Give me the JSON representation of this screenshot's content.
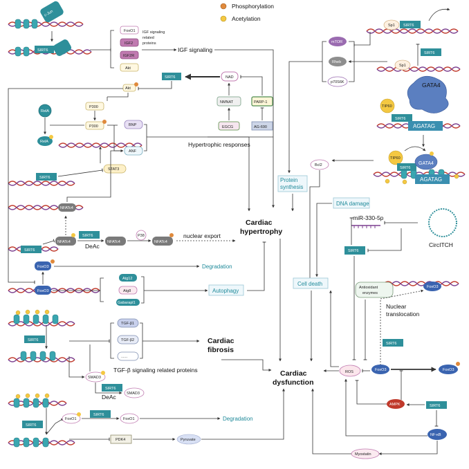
{
  "legend": {
    "phosphorylation": "Phosphorylation",
    "acetylation": "Acetylation"
  },
  "colors": {
    "sirt6": "#2e8f9a",
    "phospho": "#e08a3c",
    "acetyl": "#f4c842",
    "dna1": "#c0392b",
    "dna2": "#7b3f8f",
    "teal_text": "#1f8a9a",
    "arrow": "#333333"
  },
  "igf": {
    "foxo1": "FoxO1",
    "igf2": "IGF2",
    "igf2r": "IGF2R",
    "akt": "Akt",
    "caption1": "IGF signaling",
    "caption2": "related",
    "caption3": "proteins",
    "signaling": "IGF signaling"
  },
  "top_left": {
    "sirt6_dna": "SIRT6",
    "cjun": "c-Jun"
  },
  "nad_pathway": {
    "nad": "NAD",
    "nmnat": "NMNAT",
    "egcg": "EGCG",
    "parp1": "PARP-1",
    "ag690": "AG-690",
    "sirt6": "SIRT6",
    "akt": "Akt"
  },
  "hypertrophy_genes": {
    "p300": "P300",
    "p300p": "P300",
    "rela": "RelA",
    "relab": "RelA",
    "bnp": "BNP",
    "anf": "ANF",
    "responses": "Hypertrophic responses",
    "stat3": "STAT3",
    "sirt6_stat3": "SIRT6",
    "nfatc4_dna": "NFATc4"
  },
  "nfat": {
    "sirt6": "SIRT6",
    "nfatc4_ac": "NFATc4",
    "sirt6_deac": "SIRT6",
    "deac": "DeAc",
    "nfatc4": "NFATc4",
    "p38": "P38",
    "nfatc4_p": "NFATc4",
    "export": "nuclear export"
  },
  "foxo3": {
    "foxo3p": "FoxO3",
    "degradation": "Degradation",
    "foxo3": "FoxO3",
    "atg12": "Atg12",
    "atg8": "Atg8",
    "gabarapl1": "Gabarapl1",
    "autophagy": "Autophagy"
  },
  "outcomes": {
    "hypertrophy1": "Cardiac",
    "hypertrophy2": "hypertrophy",
    "fibrosis1": "Cardiac",
    "fibrosis2": "fibrosis",
    "dysfunction1": "Cardiac",
    "dysfunction2": "dysfunction"
  },
  "tgf": {
    "sirt6": "SIRT6",
    "tgfb1": "TGF-β1",
    "tgfb2": "TGF-β2",
    "dots": "......",
    "caption": "TGF-β signaling related proteins",
    "smad3_ac": "SMAD3",
    "sirt6_deac": "SIRT6",
    "deac": "DeAc",
    "smad3": "SMAD3"
  },
  "bottom_left": {
    "sirt6": "SIRT6",
    "foxo1_ac": "FoxO1",
    "sirt6_b": "SIRT6",
    "foxo1": "FoxO1",
    "degradation": "Degradation",
    "pdk4": "PDK4",
    "pyruvate": "Pyruvate"
  },
  "mtor": {
    "mtor": "mTOR",
    "rheb": "Rheb",
    "p70s6k": "p70S6K",
    "sp1_top": "Sp1",
    "sirt6_top": "SIRT6",
    "sirt6_mid": "SIRT6",
    "sp1": "Sp1",
    "protein_synthesis1": "Protein",
    "protein_synthesis2": "synthesis"
  },
  "gata": {
    "tip60": "TIP60",
    "gata4": "GATA4",
    "sirt6": "SIRT6",
    "agatag": "AGATAG",
    "tip60b": "TIP60",
    "sirt6b": "SIRT6",
    "gata4b": "GATA4",
    "agatagb": "AGATAG",
    "bcl2": "Bcl2"
  },
  "right_lower": {
    "dna_damage": "DNA damage",
    "mir": "miR-330-5p",
    "circ": "CircITCH",
    "sirt6": "SIRT6",
    "cell_death": "Cell death",
    "antioxidant1": "Antioxidant",
    "antioxidant2": "enzymes",
    "foxo3_dna": "FoxO3",
    "nuclear1": "Nuclear",
    "nuclear2": "translocation",
    "sirt6_b": "SIRT6",
    "ros": "ROS",
    "foxo3": "FoxO3",
    "foxo3p": "FoxO3",
    "ampk": "AMPK",
    "sirt6_c": "SIRT6",
    "nfkb": "NF-κB",
    "myostatin": "Myostatin"
  }
}
